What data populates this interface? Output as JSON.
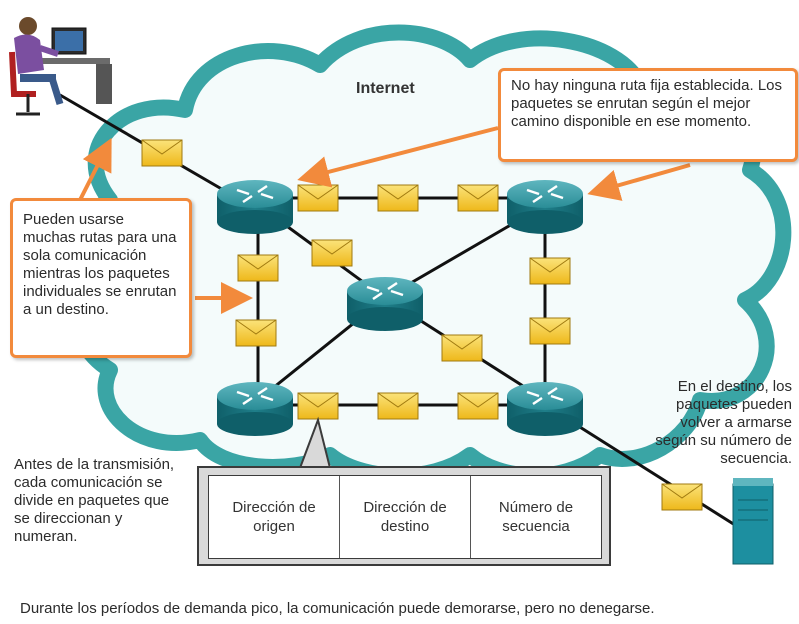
{
  "cloud_label": "Internet",
  "callout_top_right": "No hay ninguna ruta fija establecida. Los paquetes se enrutan según el mejor camino disponible en ese momento.",
  "callout_left": "Pueden usarse muchas rutas para una sola comunicación mientras los paquetes individuales se enrutan a un destino.",
  "note_right": "En el destino, los paquetes pueden volver a armarse según su número de secuencia.",
  "note_left": "Antes de la transmisión, cada comunicación se divide en paquetes que se direccionan y numeran.",
  "packet_header": {
    "fields": [
      "Dirección de origen",
      "Dirección de destino",
      "Número de secuencia"
    ]
  },
  "caption": "Durante los períodos de demanda pico, la comunicación puede demorarse, pero no denegarse.",
  "colors": {
    "cloud": "#3aa5a5",
    "router": "#1b7b86",
    "packet": "#f4c430",
    "arrow": "#f28a3c",
    "server": "#1d8fa0"
  },
  "icons": [
    "person-at-computer-icon",
    "router-icon",
    "envelope-packet-icon",
    "server-icon"
  ]
}
